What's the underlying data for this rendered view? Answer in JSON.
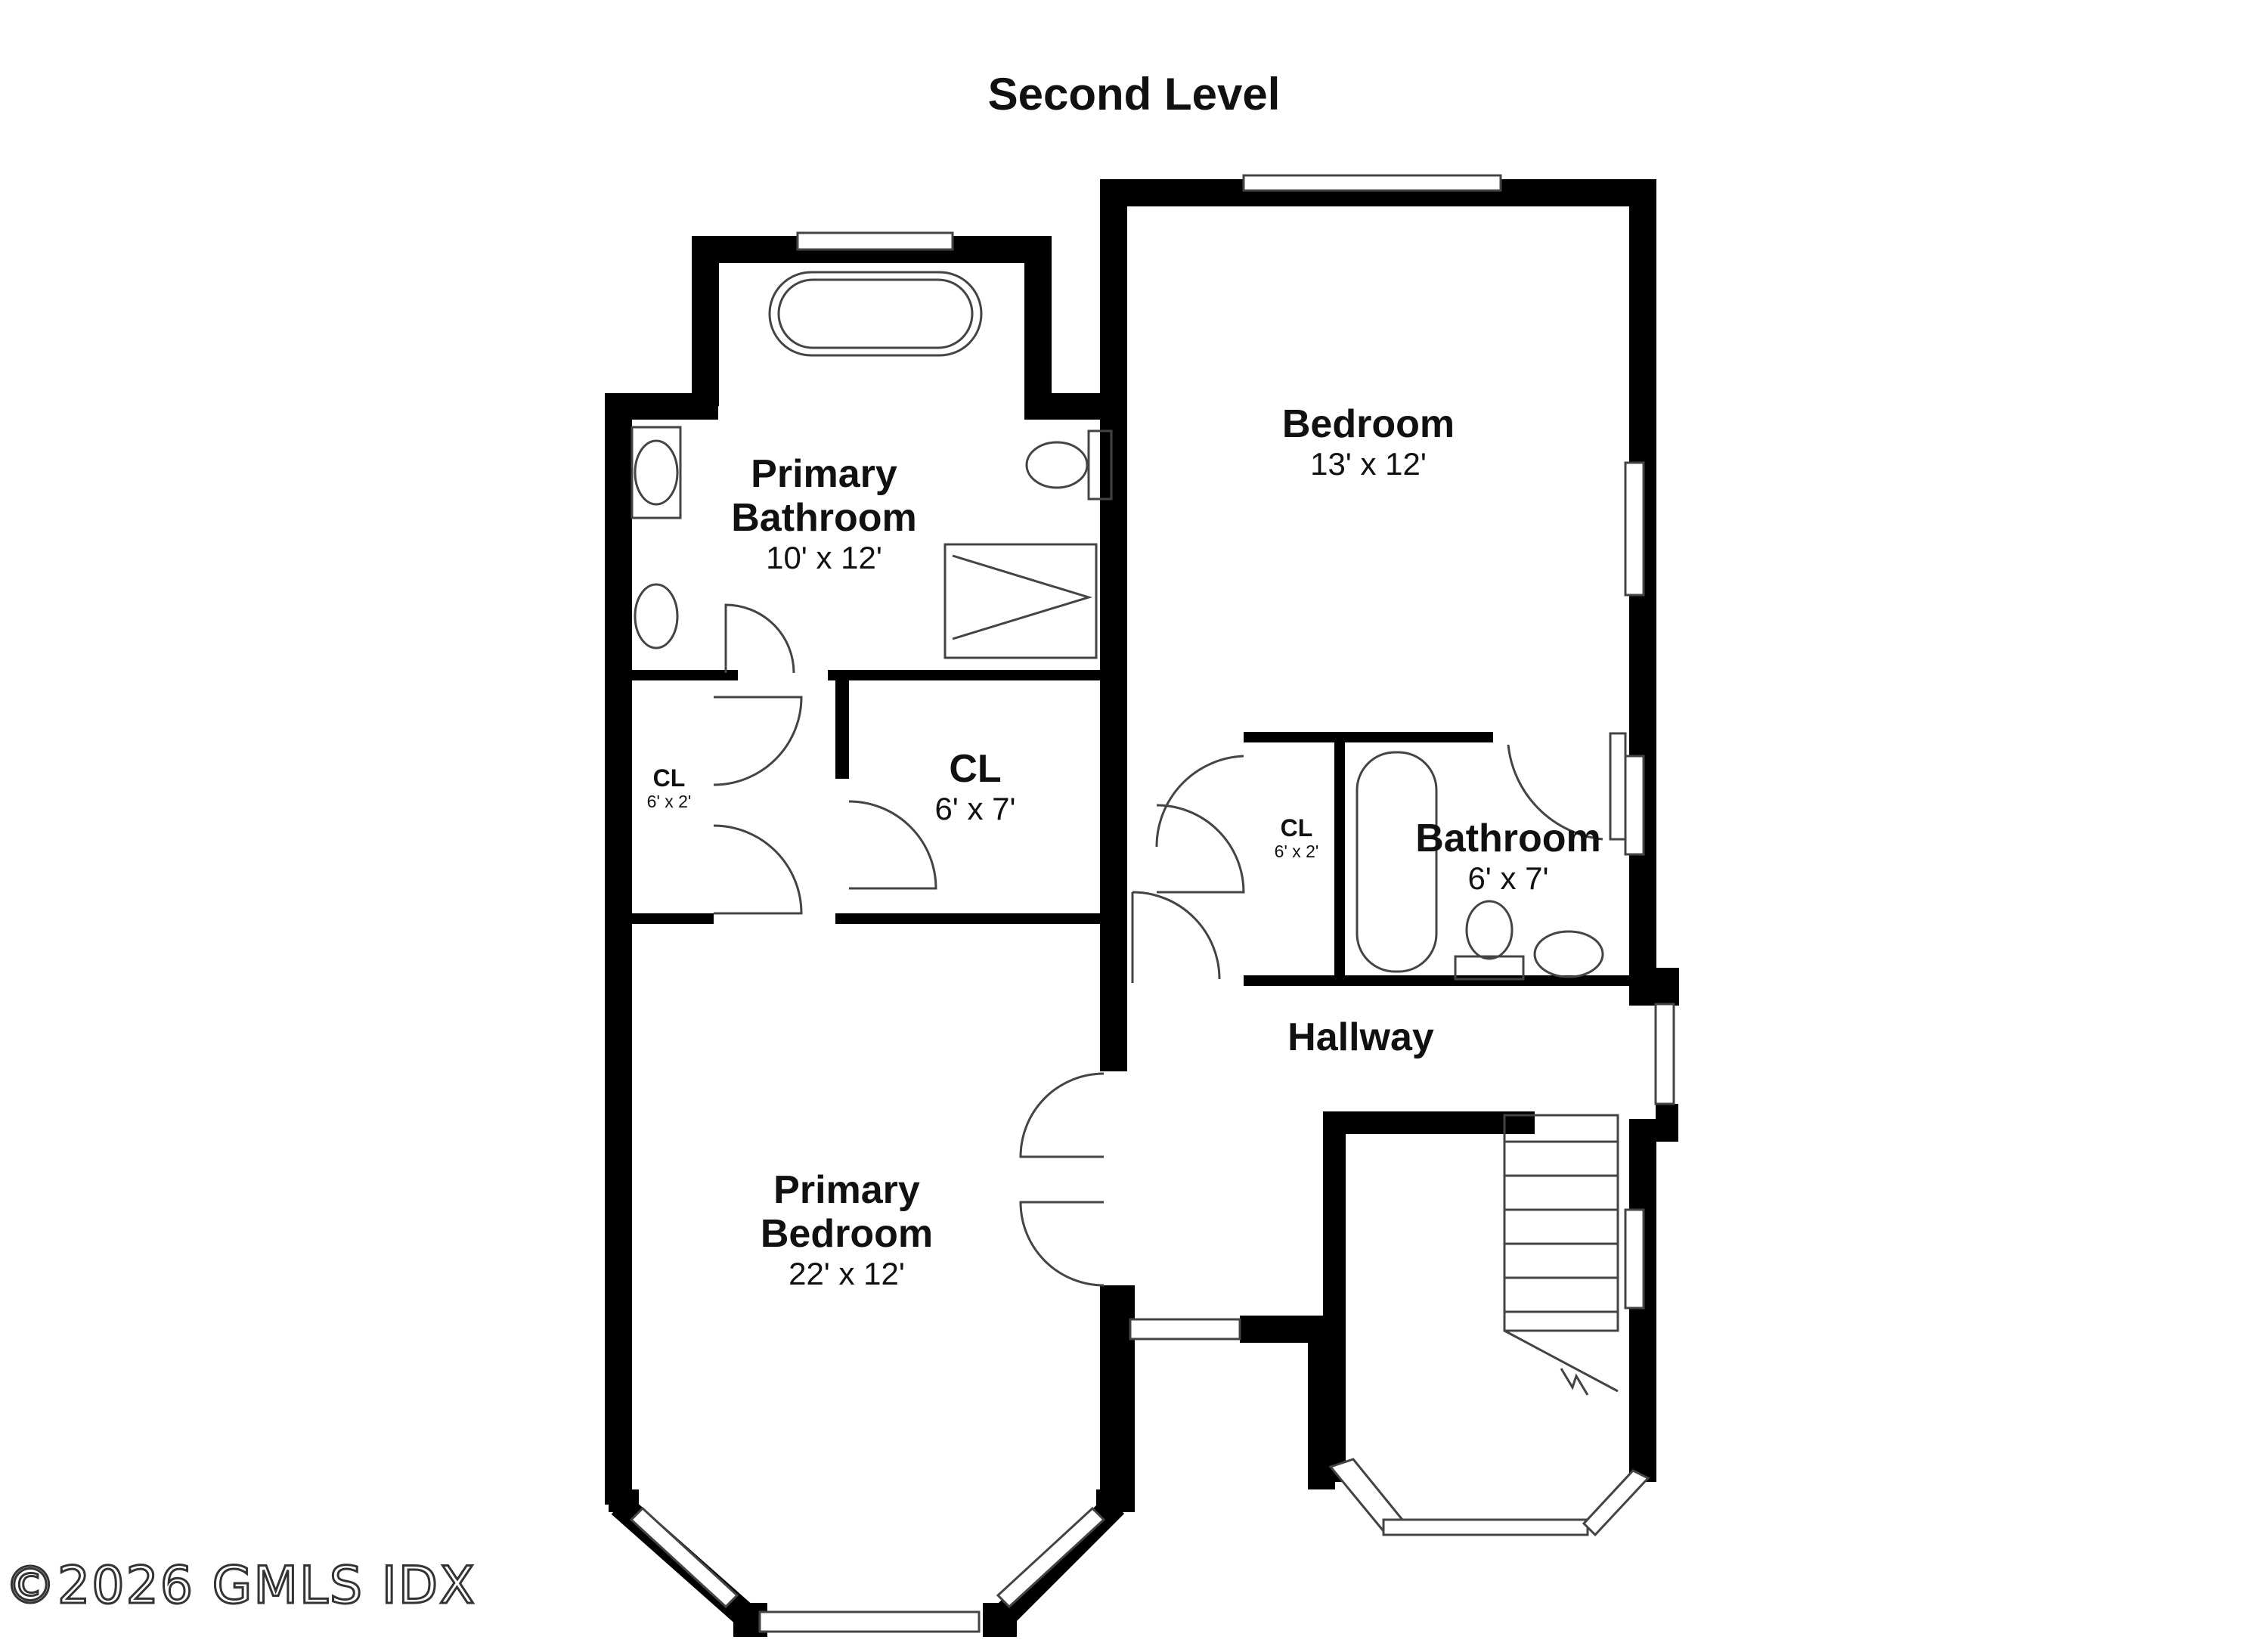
{
  "floorplan": {
    "title": "Second Level",
    "rooms": [
      {
        "id": "primary-bathroom",
        "name": "Primary\nBathroom",
        "dims": "10' x 12'"
      },
      {
        "id": "bedroom",
        "name": "Bedroom",
        "dims": "13' x 12'"
      },
      {
        "id": "closet-small-left",
        "name": "CL",
        "dims": "6' x 2'"
      },
      {
        "id": "closet-center",
        "name": "CL",
        "dims": "6' x 7'"
      },
      {
        "id": "closet-hall",
        "name": "CL",
        "dims": "6' x 2'"
      },
      {
        "id": "bathroom",
        "name": "Bathroom",
        "dims": "6' x 7'"
      },
      {
        "id": "hallway",
        "name": "Hallway",
        "dims": ""
      },
      {
        "id": "primary-bedroom",
        "name": "Primary\nBedroom",
        "dims": "22' x 12'"
      }
    ]
  },
  "watermark": "©2026 GMLS IDX"
}
